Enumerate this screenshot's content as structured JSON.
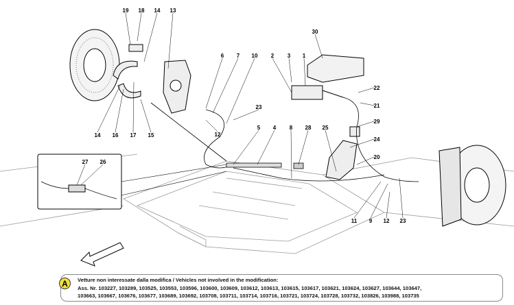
{
  "diagram": {
    "callouts": [
      {
        "id": "19"
      },
      {
        "id": "18"
      },
      {
        "id": "14"
      },
      {
        "id": "13"
      },
      {
        "id": "30"
      },
      {
        "id": "6"
      },
      {
        "id": "7"
      },
      {
        "id": "10"
      },
      {
        "id": "2"
      },
      {
        "id": "3"
      },
      {
        "id": "1"
      },
      {
        "id": "22"
      },
      {
        "id": "21"
      },
      {
        "id": "23"
      },
      {
        "id": "29"
      },
      {
        "id": "14"
      },
      {
        "id": "16"
      },
      {
        "id": "17"
      },
      {
        "id": "15"
      },
      {
        "id": "12"
      },
      {
        "id": "5"
      },
      {
        "id": "4"
      },
      {
        "id": "8"
      },
      {
        "id": "28"
      },
      {
        "id": "25"
      },
      {
        "id": "24"
      },
      {
        "id": "20"
      },
      {
        "id": "27"
      },
      {
        "id": "26"
      },
      {
        "id": "11"
      },
      {
        "id": "9"
      },
      {
        "id": "12"
      },
      {
        "id": "23"
      }
    ]
  },
  "note": {
    "badge": "A",
    "line1": "Vetture non interessate dalla modifica / Vehicles not involved in the modification:",
    "line2": "Ass. Nr. 103227, 103289, 103525, 103553, 103596, 103600, 103609, 103612, 103613, 103615, 103617, 103621, 103624, 103627, 103644, 103647,",
    "line3": "103663, 103667, 103676, 103677, 103689, 103692, 103708, 103711, 103714, 103716, 103721, 103724, 103728, 103732, 103826, 103988, 103735"
  },
  "colors": {
    "badge": "#f2e23a",
    "line": "#000000",
    "chassis": "#888888"
  }
}
